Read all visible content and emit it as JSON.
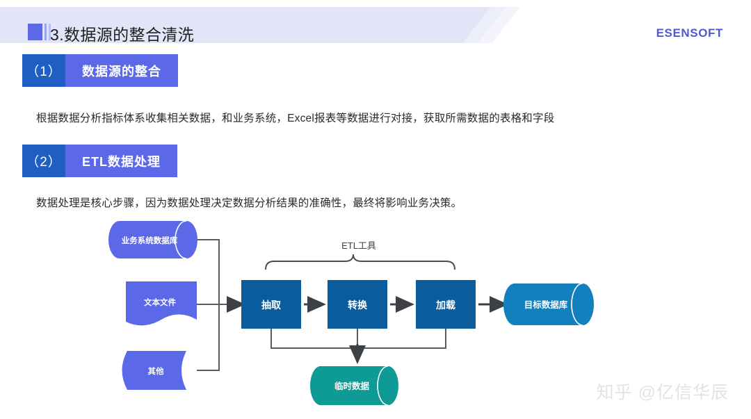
{
  "header": {
    "title": "3.数据源的整合清洗",
    "logo": "ESENSOFT"
  },
  "sections": [
    {
      "number": "（1）",
      "label": "数据源的整合",
      "paragraph": "根据数据分析指标体系收集相关数据，和业务系统，Excel报表等数据进行对接，获取所需数据的表格和字段"
    },
    {
      "number": "（2）",
      "label": "ETL数据处理",
      "paragraph": "数据处理是核心步骤，因为数据处理决定数据分析结果的准确性，最终将影响业务决策。"
    }
  ],
  "diagram": {
    "brace_label": "ETL工具",
    "sources": [
      {
        "id": "source-db",
        "label": "业务系统数据库",
        "shape": "cylinder",
        "color": "#5b68e8"
      },
      {
        "id": "source-file",
        "label": "文本文件",
        "shape": "document",
        "color": "#5b68e8"
      },
      {
        "id": "source-other",
        "label": "其他",
        "shape": "curved",
        "color": "#5b68e8"
      }
    ],
    "steps": [
      {
        "id": "step-extract",
        "label": "抽取",
        "color": "#0b5c9c"
      },
      {
        "id": "step-transform",
        "label": "转换",
        "color": "#0b5c9c"
      },
      {
        "id": "step-load",
        "label": "加载",
        "color": "#0b5c9c"
      }
    ],
    "targets": [
      {
        "id": "target-db",
        "label": "目标数据库",
        "shape": "cylinder",
        "color": "#1180bd"
      },
      {
        "id": "temp-data",
        "label": "临时数据",
        "shape": "cylinder",
        "color": "#0e9b96"
      }
    ]
  },
  "watermark": "知乎 @亿信华辰",
  "colors": {
    "header_band": "#e2e5f7",
    "accent_purple": "#5b68e8",
    "accent_blue": "#1f5fc4",
    "step_blue": "#0b5c9c",
    "target_blue": "#1180bd",
    "temp_teal": "#0e9b96",
    "logo_blue": "#4a5ad6"
  }
}
